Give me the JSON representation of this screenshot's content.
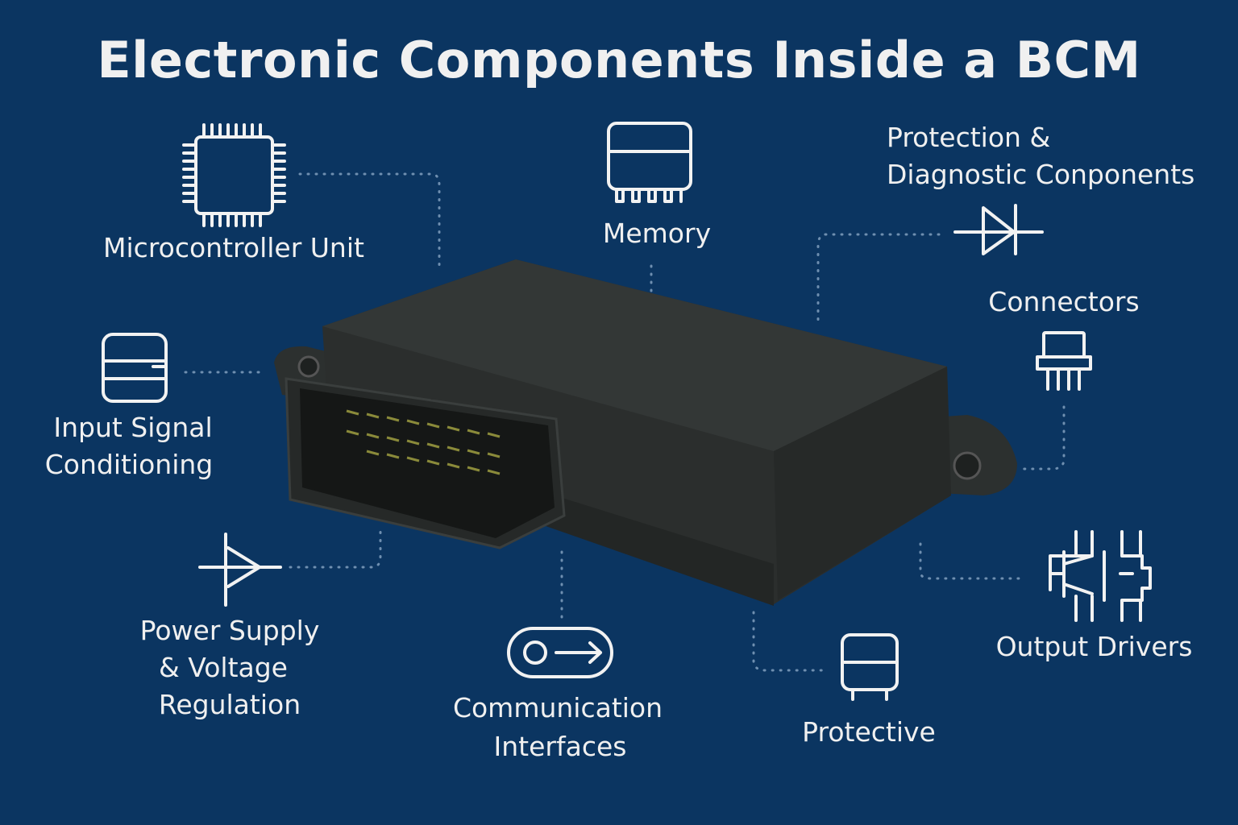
{
  "title": "Electronic Components Inside a BCM",
  "colors": {
    "background": "#0b3561",
    "icon": "#f2f2f2",
    "connector_dots": "#6f8fb0",
    "module": "#2a2d2c"
  },
  "components": {
    "mcu": {
      "label": "Microcontroller Unit",
      "icon": "chip-icon"
    },
    "memory": {
      "label": "Memory",
      "icon": "memory-chip-icon"
    },
    "protection_diag": {
      "line1": "Protection &",
      "line2": "Diagnostic Conponents",
      "icon": "diode-icon"
    },
    "connectors": {
      "label": "Connectors",
      "icon": "connector-icon"
    },
    "input": {
      "line1": "Input Signal",
      "line2": "Conditioning",
      "icon": "signal-block-icon"
    },
    "power": {
      "line1": "Power Supply",
      "line2": "& Voltage",
      "line3": "Regulation",
      "icon": "amplifier-icon"
    },
    "comm": {
      "line1": "Communication",
      "line2": "Interfaces",
      "icon": "comm-arrow-icon"
    },
    "protective": {
      "label": "Protective",
      "icon": "fuse-icon"
    },
    "output": {
      "label": "Output Drivers",
      "icon": "transistor-icon"
    }
  }
}
